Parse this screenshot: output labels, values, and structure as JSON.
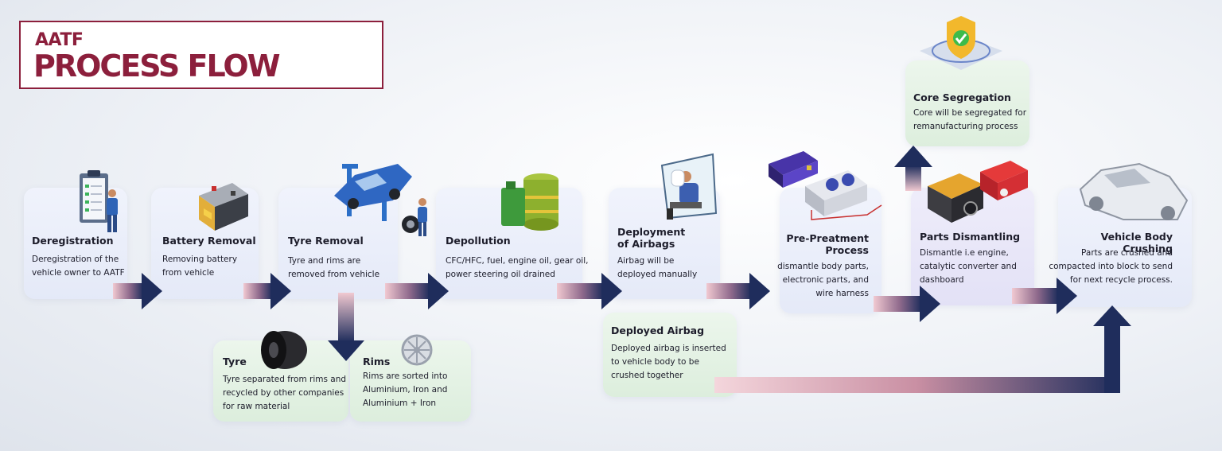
{
  "header": {
    "title_small": "AATF",
    "title_big": "PROCESS FLOW"
  },
  "steps": [
    {
      "title": "Deregistration",
      "desc": [
        "Deregistration of the",
        "vehicle owner to AATF"
      ]
    },
    {
      "title": "Battery Removal",
      "desc": [
        "Removing battery",
        "from vehicle"
      ]
    },
    {
      "title": "Tyre Removal",
      "desc": [
        "Tyre and rims are",
        "removed from vehicle"
      ]
    },
    {
      "title": "Depollution",
      "desc": [
        "CFC/HFC, fuel, engine oil, gear oil,",
        "power steering oil drained"
      ]
    },
    {
      "title": [
        "Deployment",
        "of Airbags"
      ],
      "desc": [
        "Airbag will be",
        "deployed manually"
      ]
    },
    {
      "title": [
        "Pre-Preatment",
        "Process"
      ],
      "desc": [
        "dismantle body parts,",
        "electronic parts, and",
        "wire harness"
      ]
    },
    {
      "title": "Parts Dismantling",
      "desc": [
        "Dismantle i.e engine,",
        "catalytic converter and",
        "dashboard"
      ]
    },
    {
      "title": "Vehicle Body Crushing",
      "desc": [
        "Parts are crushed and",
        "compacted into block to send",
        "for next recycle process."
      ]
    }
  ],
  "branches": {
    "tyre": {
      "title": "Tyre",
      "desc": [
        "Tyre separated from rims and",
        "recycled by other companies",
        "for raw material"
      ]
    },
    "rims": {
      "title": "Rims",
      "desc": [
        "Rims are sorted into",
        "Aluminium, Iron and",
        "Aluminium + Iron"
      ]
    },
    "deployed_airbag": {
      "title": "Deployed Airbag",
      "desc": [
        "Deployed airbag is inserted",
        "to vehicle body to be",
        "crushed together"
      ]
    },
    "core_segregation": {
      "title": "Core Segregation",
      "desc": [
        "Core will be segregated for",
        "remanufacturing process"
      ]
    }
  },
  "colors": {
    "brand": "#8c1f3c",
    "arrow_dark": "#1f2d5c",
    "arrow_fade": "#e9b7c2",
    "card": "#e6eaf8",
    "card_green": "#e2f0e0"
  },
  "icons": [
    "clipboard-worker-icon",
    "car-battery-icon",
    "car-lift-icon",
    "oil-barrel-icon",
    "airbag-driver-icon",
    "electronic-modules-icon",
    "engine-parts-icon",
    "car-shell-icon",
    "tyre-icon",
    "rim-icon",
    "shield-check-icon"
  ]
}
